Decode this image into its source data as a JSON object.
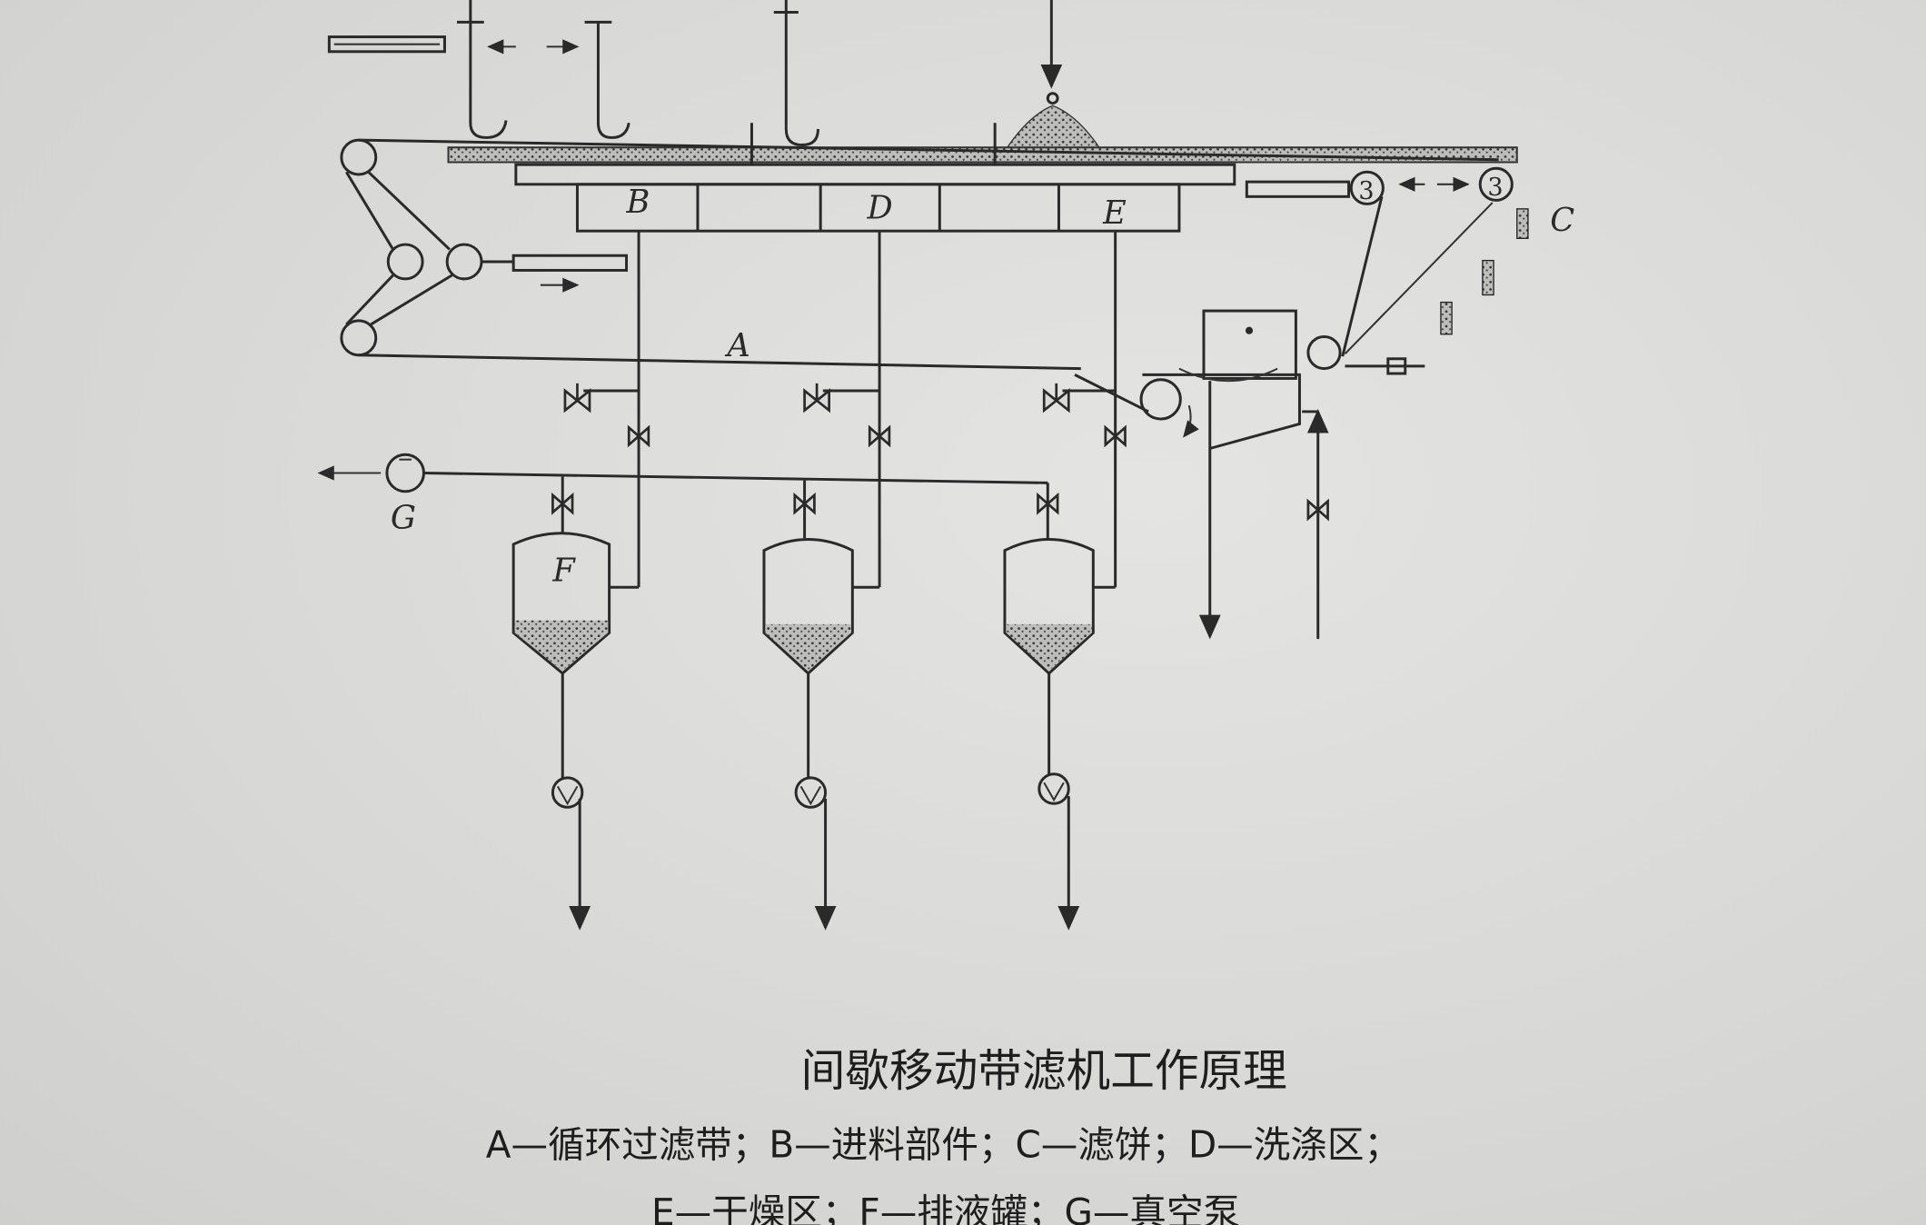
{
  "diagram": {
    "labels": {
      "A": "A",
      "B": "B",
      "C": "C",
      "D": "D",
      "E": "E",
      "F": "F",
      "G": "G",
      "roller3": "3"
    },
    "caption": {
      "title": "间歇移动带滤机工作原理",
      "legend_line1": "A—循环过滤带；B—进料部件；C—滤饼；D—洗涤区；",
      "legend_line2": "E—干燥区；F—排液罐；G—真空泵"
    }
  }
}
